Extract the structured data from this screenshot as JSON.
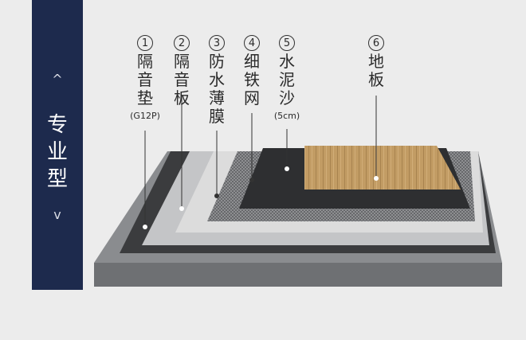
{
  "side": {
    "up": "^",
    "title": [
      "专",
      "业",
      "型"
    ],
    "down": "v"
  },
  "layers": [
    {
      "num": "1",
      "chars": [
        "隔",
        "音",
        "垫"
      ],
      "note": "(G12P)"
    },
    {
      "num": "2",
      "chars": [
        "隔",
        "音",
        "板"
      ],
      "note": ""
    },
    {
      "num": "3",
      "chars": [
        "防",
        "水",
        "薄",
        "膜"
      ],
      "note": ""
    },
    {
      "num": "4",
      "chars": [
        "细",
        "铁",
        "网"
      ],
      "note": ""
    },
    {
      "num": "5",
      "chars": [
        "水",
        "泥",
        "沙"
      ],
      "note": "(5cm)"
    },
    {
      "num": "6",
      "chars": [
        "地",
        "板"
      ],
      "note": ""
    }
  ],
  "colors": {
    "panel": "#1d2a4d",
    "concrete": "#7d7f82",
    "pad": "#3b3c3e",
    "board": "#c9cacb",
    "membrane": "#d9d9d9",
    "mesh": "#8d8e90",
    "screed": "#2e2f31",
    "floor": "#c09a63"
  }
}
